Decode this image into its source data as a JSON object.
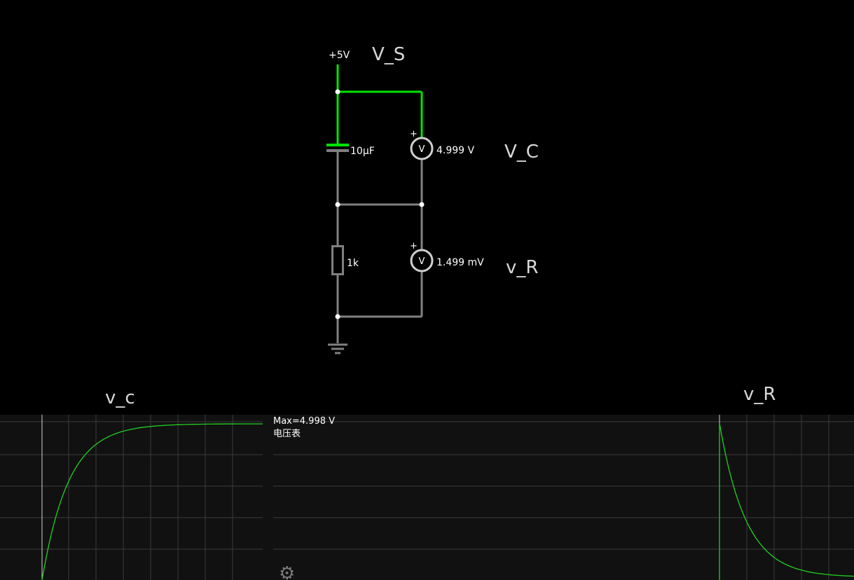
{
  "circuit": {
    "source_label": "+5V",
    "capacitor_label": "10µF",
    "resistor_label": "1k",
    "voltmeter_symbol": "V",
    "plus_sign": "+",
    "voltmeter_top_reading": "4.999 V",
    "voltmeter_bottom_reading": "1.499 mV",
    "text_vs": "V_S",
    "text_vc": "V_C",
    "text_vr": "v_R"
  },
  "scopes": {
    "left_title": "v_c",
    "right_title": "v_R",
    "max_readout": "Max=4.998 V",
    "meter_name": "电压表",
    "settings_icon": "gear-icon"
  },
  "colors": {
    "background": "#000000",
    "scope_background": "#111111",
    "live_wire": "#00e400",
    "wire": "#808080",
    "grid": "#3a3a3a",
    "trace": "#22d022"
  }
}
